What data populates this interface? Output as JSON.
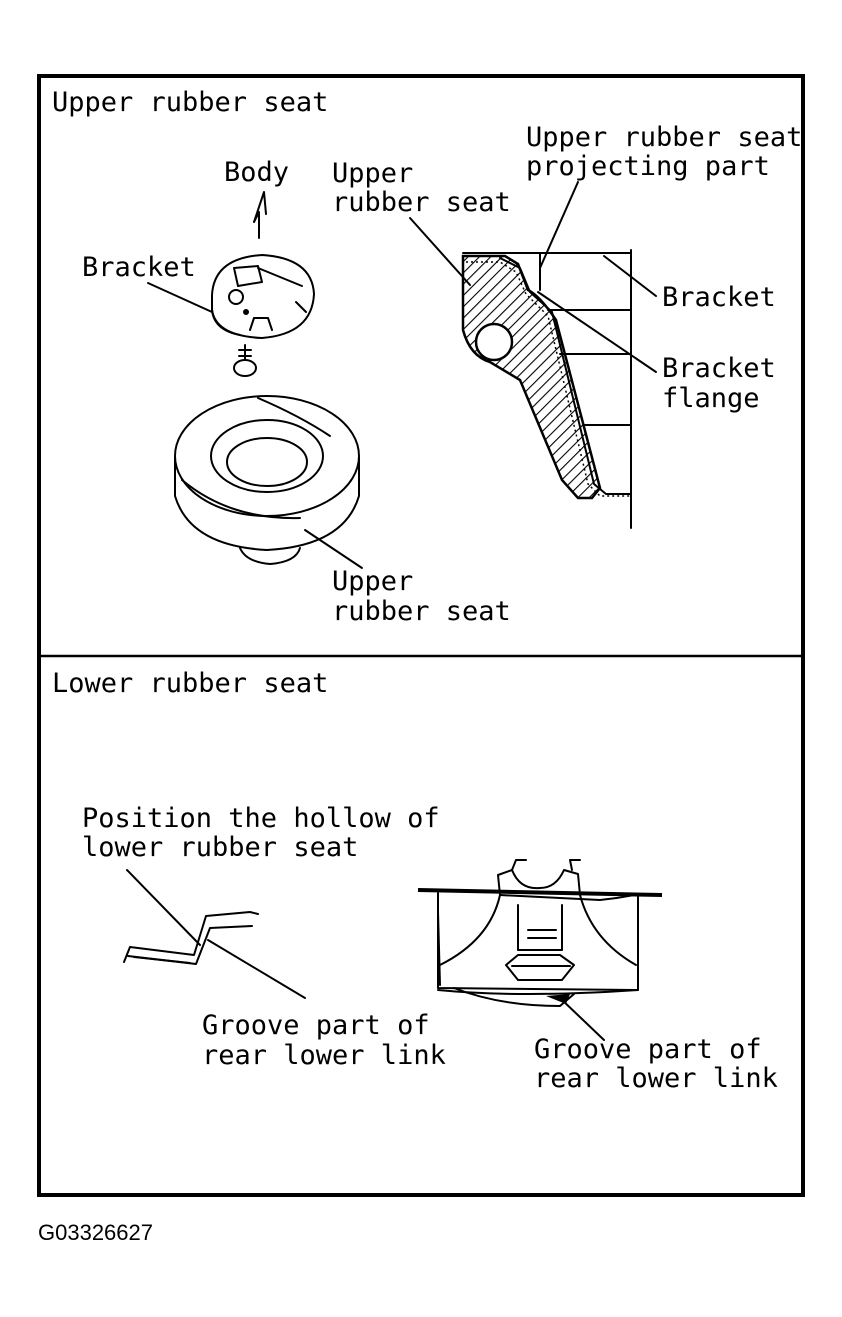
{
  "upper_panel": {
    "title": "Upper rubber seat",
    "labels": {
      "body": "Body",
      "bracket": "Bracket",
      "seat_top_line1": "Upper",
      "seat_top_line2": "rubber seat",
      "projecting_line1": "Upper rubber seat",
      "projecting_line2": "projecting part",
      "bracket_right": "Bracket",
      "flange_line1": "Bracket",
      "flange_line2": "flange",
      "seat_bottom_line1": "Upper",
      "seat_bottom_line2": "rubber seat"
    }
  },
  "lower_panel": {
    "title": "Lower rubber seat",
    "labels": {
      "position_line1": "Position the hollow of",
      "position_line2": "lower rubber seat",
      "groove_left_line1": "Groove part of",
      "groove_left_line2": "rear lower link",
      "groove_right_line1": "Groove part of",
      "groove_right_line2": "rear lower link"
    }
  },
  "figure_id": "G03326627"
}
